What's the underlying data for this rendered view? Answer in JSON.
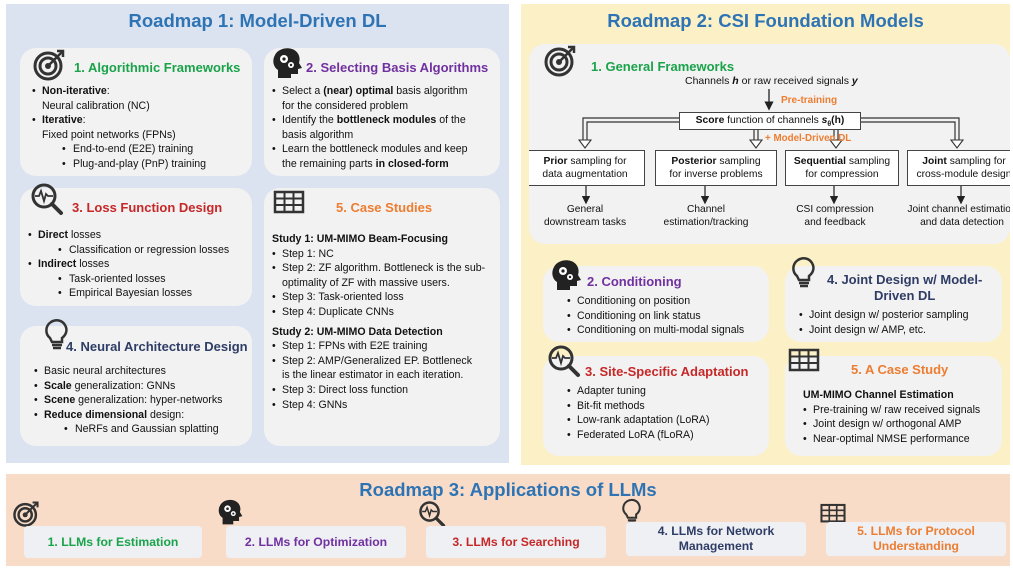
{
  "roadmap1": {
    "title": "Roadmap 1: Model-Driven DL",
    "c1": {
      "title": "1. Algorithmic Frameworks",
      "l1b": "Non-iterative",
      "l1c": ":",
      "l2": "Neural calibration (NC)",
      "l3b": "Iterative",
      "l3c": ":",
      "l4": "Fixed point networks (FPNs)",
      "l5": "End-to-end (E2E) training",
      "l6": "Plug-and-play (PnP) training"
    },
    "c2": {
      "title": "2. Selecting Basis Algorithms",
      "l1a": "Select a ",
      "l1b": "(near) optimal",
      "l1c": " basis algorithm",
      "l2": "for the considered problem",
      "l3a": "Identify the ",
      "l3b": "bottleneck modules",
      "l3c": " of the",
      "l4": "basis algorithm",
      "l5": "Learn the bottleneck modules and keep",
      "l6a": "the remaining parts ",
      "l6b": "in closed-form"
    },
    "c3": {
      "title": "3. Loss Function Design",
      "l1b": "Direct",
      "l1c": " losses",
      "l2": "Classification or regression losses",
      "l3b": "Indirect",
      "l3c": " losses",
      "l4": "Task-oriented losses",
      "l5": "Empirical Bayesian losses"
    },
    "c4": {
      "title": "4. Neural Architecture Design",
      "l1": "Basic neural architectures",
      "l2b": "Scale",
      "l2c": " generalization: GNNs",
      "l3b": "Scene",
      "l3c": " generalization: hyper-networks",
      "l4b": "Reduce dimensional",
      "l4c": " design:",
      "l5": "NeRFs and Gaussian splatting"
    },
    "c5": {
      "title": "5. Case Studies",
      "s1": "Study 1: UM-MIMO Beam-Focusing",
      "a1": "Step 1: NC",
      "a2": "Step 2: ZF algorithm. Bottleneck is the sub-",
      "a2b": "optimality of ZF with massive users.",
      "a3": "Step 3: Task-oriented loss",
      "a4": "Step 4: Duplicate CNNs",
      "s2": "Study 2: UM-MIMO Data Detection",
      "b1": "Step 1: FPNs with E2E training",
      "b2": "Step 2: AMP/Generalized EP. Bottleneck",
      "b2b": "is the linear estimator in each iteration.",
      "b3": "Step 3: Direct loss function",
      "b4": "Step 4: GNNs"
    }
  },
  "roadmap2": {
    "title": "Roadmap 2: CSI Foundation Models",
    "gf": {
      "title": "1. General Frameworks",
      "channels_a": "Channels ",
      "channels_h": "h",
      "channels_b": " or raw received signals ",
      "channels_y": "y",
      "pretraining": "Pre-training",
      "score_b": "Score",
      "score_c": " function of channels ",
      "score_f": "s",
      "score_sub": "θ",
      "score_arg": "(h)",
      "plus": "+ Model-Driven DL",
      "boxes": [
        {
          "b": "Prior",
          "r": " sampling for",
          "l2": "data augmentation",
          "o1": "General",
          "o2": "downstream tasks"
        },
        {
          "b": "Posterior",
          "r": " sampling",
          "l2": "for inverse problems",
          "o1": "Channel",
          "o2": "estimation/tracking"
        },
        {
          "b": "Sequential",
          "r": " sampling",
          "l2": "for compression",
          "o1": "CSI compression",
          "o2": "and feedback"
        },
        {
          "b": "Joint",
          "r": " sampling for",
          "l2": "cross-module design",
          "o1": "Joint channel estimation",
          "o2": "and data detection"
        }
      ]
    },
    "c2": {
      "title": "2. Conditioning",
      "l1": "Conditioning on position",
      "l2": "Conditioning on link status",
      "l3": "Conditioning on multi-modal signals"
    },
    "c3": {
      "title": "3. Site-Specific Adaptation",
      "l1": "Adapter tuning",
      "l2": "Bit-fit methods",
      "l3": "Low-rank adaptation (LoRA)",
      "l4": "Federated LoRA (fLoRA)"
    },
    "c4": {
      "title1": "4. Joint Design w/ Model-",
      "title2": "Driven DL",
      "l1": "Joint design w/ posterior sampling",
      "l2": "Joint design w/ AMP, etc."
    },
    "c5": {
      "title": "5. A Case Study",
      "sub": "UM-MIMO Channel Estimation",
      "l1": "Pre-training w/ raw received signals",
      "l2": "Joint design w/ orthogonal AMP",
      "l3": "Near-optimal NMSE performance"
    }
  },
  "roadmap3": {
    "title": "Roadmap 3: Applications of LLMs",
    "items": [
      {
        "l1": "1. LLMs for Estimation",
        "l2": ""
      },
      {
        "l1": "2. LLMs for Optimization",
        "l2": ""
      },
      {
        "l1": "3. LLMs for Searching",
        "l2": ""
      },
      {
        "l1": "4. LLMs for Network",
        "l2": "Management"
      },
      {
        "l1": "5. LLMs for Protocol",
        "l2": "Understanding"
      }
    ]
  },
  "icons": [
    "target-icon",
    "head-gears-icon",
    "magnifier-pulse-icon",
    "lightbulb-icon",
    "table-grid-icon"
  ],
  "colors": {
    "blue_title": "#2e74b5",
    "green": "#1aa34a",
    "purple": "#7030a0",
    "red": "#c62828",
    "navy": "#2f3d66",
    "orange": "#ed7d31"
  }
}
